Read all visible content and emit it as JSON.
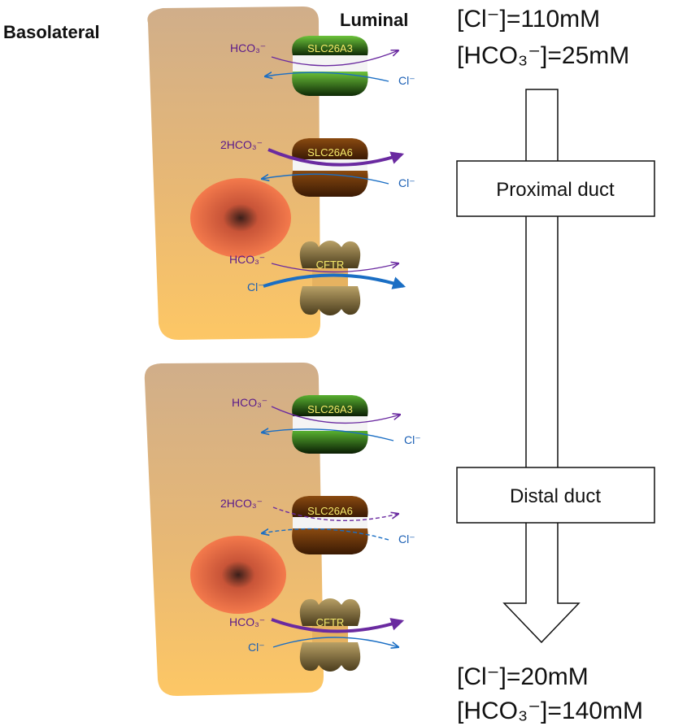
{
  "labels": {
    "basolateral": "Basolateral",
    "luminal": "Luminal"
  },
  "concentrations": {
    "top_cl": "[Cl⁻]=110mM",
    "top_hco3": "[HCO₃⁻]=25mM",
    "bottom_cl": "[Cl⁻]=20mM",
    "bottom_hco3": "[HCO₃⁻]=140mM"
  },
  "duct": {
    "proximal": "Proximal duct",
    "distal": "Distal duct"
  },
  "cells": [
    {
      "transporters": [
        {
          "name": "SLC26A3",
          "left_ion": "HCO₃⁻",
          "right_ion": "Cl⁻"
        },
        {
          "name": "SLC26A6",
          "left_ion": "2HCO₃⁻",
          "right_ion": "Cl⁻"
        },
        {
          "name": "CFTR",
          "left_ion_top": "HCO₃⁻",
          "left_ion_bottom": "Cl⁻"
        }
      ]
    },
    {
      "transporters": [
        {
          "name": "SLC26A3",
          "left_ion": "HCO₃⁻",
          "right_ion": "Cl⁻"
        },
        {
          "name": "SLC26A6",
          "left_ion": "2HCO₃⁻",
          "right_ion": "Cl⁻"
        },
        {
          "name": "CFTR",
          "left_ion_top": "HCO₃⁻",
          "left_ion_bottom": "Cl⁻"
        }
      ]
    }
  ],
  "colors": {
    "cell_top": "#d2b088",
    "cell_bottom": "#fbc66a",
    "nucleus": "#f07848",
    "slc26a3": "#3c8a22",
    "slc26a6": "#6b3408",
    "cftr": "#8a7440",
    "hco3_arrow": "#6a2aa0",
    "cl_arrow": "#1a6ec4"
  }
}
